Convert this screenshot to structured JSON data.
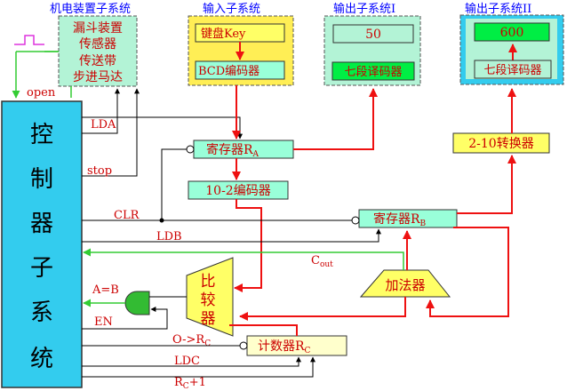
{
  "titles": {
    "electromech": "机电装置子系统",
    "input": "输入子系统",
    "output1": "输出子系统I",
    "output2": "输出子系统II"
  },
  "electromech_lines": [
    "漏斗装置",
    "传感器",
    "传送带",
    "步进马达"
  ],
  "input_box": {
    "keyboard": "键盘Key",
    "bcd": "BCD编码器"
  },
  "output1_box": {
    "display": "50",
    "decoder": "七段译码器"
  },
  "output2_box": {
    "display": "600",
    "decoder": "七段译码器"
  },
  "controller": {
    "chars": [
      "控",
      "制",
      "器",
      "子",
      "系",
      "统"
    ]
  },
  "blocks": {
    "register_a": {
      "main": "寄存器R",
      "sub": "A"
    },
    "converter_10_2": "10-2编码器",
    "converter_2_10": "2-10转换器",
    "register_b": {
      "main": "寄存器R",
      "sub": "B"
    },
    "adder": "加法器",
    "comparator": [
      "比",
      "较",
      "器"
    ],
    "counter": {
      "main": "计数器R",
      "sub": "C"
    }
  },
  "signals": {
    "open": "open",
    "lda": "LDA",
    "stop": "stop",
    "clr": "CLR",
    "ldb": "LDB",
    "cout": {
      "main": "C",
      "sub": "out"
    },
    "a_eq_b": "A=B",
    "en": "EN",
    "zero_rc": {
      "main": "O->R",
      "sub": "C"
    },
    "ldc": "LDC",
    "rc_plus1": {
      "main": "R",
      "sub": "C",
      "tail": "+1"
    }
  },
  "colors": {
    "controller_fill": "#33ccee",
    "subsystem_fill": "#b3f3d6",
    "input_fill": "#ffee55",
    "output2_frame": "#33ccee",
    "block_fill": "#99ffd9",
    "yellow_block": "#ffff66",
    "display_green": "#00ee44",
    "red_arrow": "#ee1111",
    "label_red": "#cc0000",
    "title_blue": "#0000ff",
    "green_line": "#33cc33",
    "gate_fill": "#33bb33",
    "pulse_magenta": "#dd33dd"
  }
}
